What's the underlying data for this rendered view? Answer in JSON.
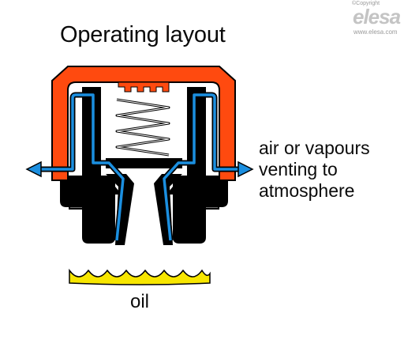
{
  "diagram": {
    "title": "Operating layout",
    "venting_caption": [
      "air or vapours",
      "venting to",
      "atmosphere"
    ],
    "oil_label": "oil"
  },
  "watermark": {
    "copyright": "©Copyright",
    "brand": "elesa",
    "url": "www.elesa.com"
  },
  "colors": {
    "cap": "#ff4a0f",
    "flow_arrow": "#1b8fe0",
    "body": "#000000",
    "seal": "#6e6e6e",
    "oil": "#f7e600",
    "spring": "#000000"
  }
}
